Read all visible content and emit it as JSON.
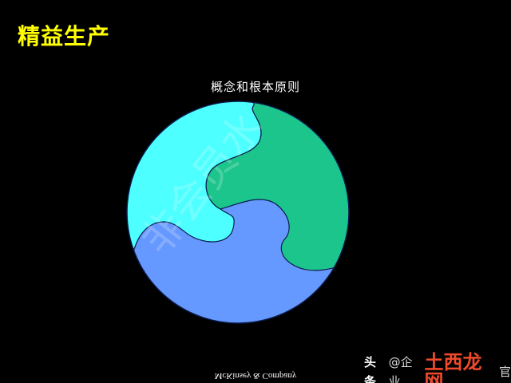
{
  "header": {
    "title": "精益生产",
    "subtitle": "概念和根本原则"
  },
  "diagram": {
    "pieces": [
      {
        "name": "top-left-piece",
        "color": "#4DFFFF"
      },
      {
        "name": "right-piece",
        "color": "#1CC58C"
      },
      {
        "name": "bottom-piece",
        "color": "#6699FF"
      }
    ],
    "outline_color": "#0B1A4A"
  },
  "footer": {
    "text": "McKinsey & Company"
  },
  "watermarks": {
    "diagonal": "非会员水",
    "corner_prefix": "头条",
    "corner_name": "@企业",
    "corner_logo": "土西龙网",
    "corner_suffix": "官"
  },
  "colors": {
    "background": "#000000",
    "title": "#FFFF00",
    "subtitle": "#FFFFFF",
    "footer": "#FFFFFF",
    "watermark": "#FFFFFF",
    "logo": "#F04A2A"
  }
}
